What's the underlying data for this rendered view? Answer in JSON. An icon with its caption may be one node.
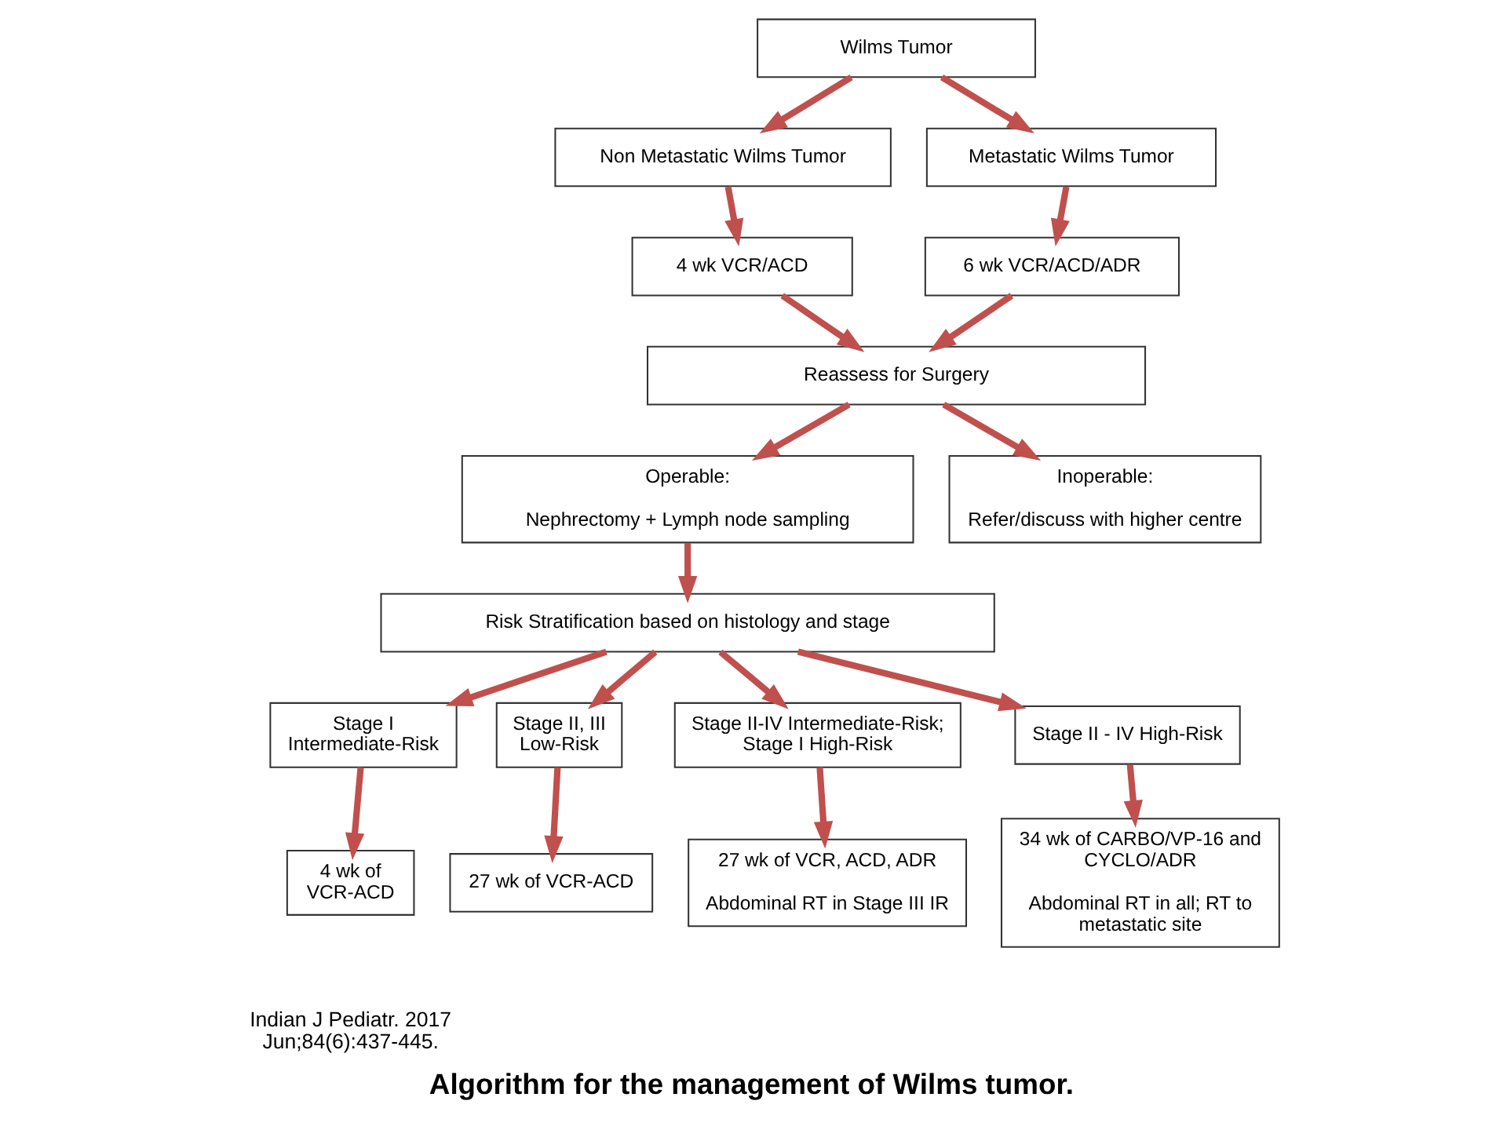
{
  "diagram": {
    "caption": "Algorithm for the management of Wilms tumor.",
    "nodes": [
      {
        "text": [
          "Wilms Tumor"
        ]
      },
      {
        "text": [
          "Non Metastatic Wilms Tumor"
        ]
      },
      {
        "text": [
          "Metastatic Wilms Tumor"
        ]
      },
      {
        "text": [
          "4 wk VCR/ACD"
        ]
      },
      {
        "text": [
          "6 wk VCR/ACD/ADR"
        ]
      },
      {
        "text": [
          "Reassess for Surgery"
        ]
      },
      {
        "text": [
          "Operable:",
          "Nephrectomy + Lymph node sampling"
        ]
      },
      {
        "text": [
          "Inoperable:",
          "Refer/discuss with higher centre"
        ]
      },
      {
        "text": [
          "Risk Stratification based on histology and stage"
        ]
      },
      {
        "text": [
          "Stage I Intermediate-Risk"
        ]
      },
      {
        "text": [
          "Stage II, III Low-Risk"
        ]
      },
      {
        "text": [
          "Stage II-IV Intermediate-Risk; Stage I High-Risk"
        ]
      },
      {
        "text": [
          "Stage II - IV High-Risk"
        ]
      },
      {
        "text": [
          "4 wk of VCR-ACD"
        ]
      },
      {
        "text": [
          "27 wk of VCR-ACD"
        ]
      },
      {
        "text": [
          "27 wk of VCR, ACD, ADR",
          "Abdominal RT in Stage III IR"
        ]
      },
      {
        "text": [
          "34 wk of CARBO/VP-16 and CYCLO/ADR",
          "Abdominal RT in all; RT to metastatic site"
        ]
      }
    ],
    "edges": [
      {
        "from": 0,
        "to": 1,
        "arrow": "to"
      },
      {
        "from": 0,
        "to": 2,
        "arrow": "to"
      },
      {
        "from": 1,
        "to": 3,
        "arrow": "to"
      },
      {
        "from": 2,
        "to": 4,
        "arrow": "to"
      },
      {
        "from": 3,
        "to": 5,
        "arrow": "to"
      },
      {
        "from": 4,
        "to": 5,
        "arrow": "to"
      },
      {
        "from": 5,
        "to": 6,
        "arrow": "to"
      },
      {
        "from": 5,
        "to": 7,
        "arrow": "to"
      },
      {
        "from": 6,
        "to": 8,
        "arrow": "to"
      },
      {
        "from": 8,
        "to": 9,
        "arrow": "to"
      },
      {
        "from": 8,
        "to": 10,
        "arrow": "to"
      },
      {
        "from": 8,
        "to": 11,
        "arrow": "to"
      },
      {
        "from": 8,
        "to": 12,
        "arrow": "to"
      },
      {
        "from": 9,
        "to": 13,
        "arrow": "to"
      },
      {
        "from": 10,
        "to": 14,
        "arrow": "to"
      },
      {
        "from": 11,
        "to": 15,
        "arrow": "to"
      },
      {
        "from": 12,
        "to": 16,
        "arrow": "to"
      }
    ],
    "labels": [
      "Indian J Pediatr. 2017 Jun;84(6):437-445."
    ]
  }
}
